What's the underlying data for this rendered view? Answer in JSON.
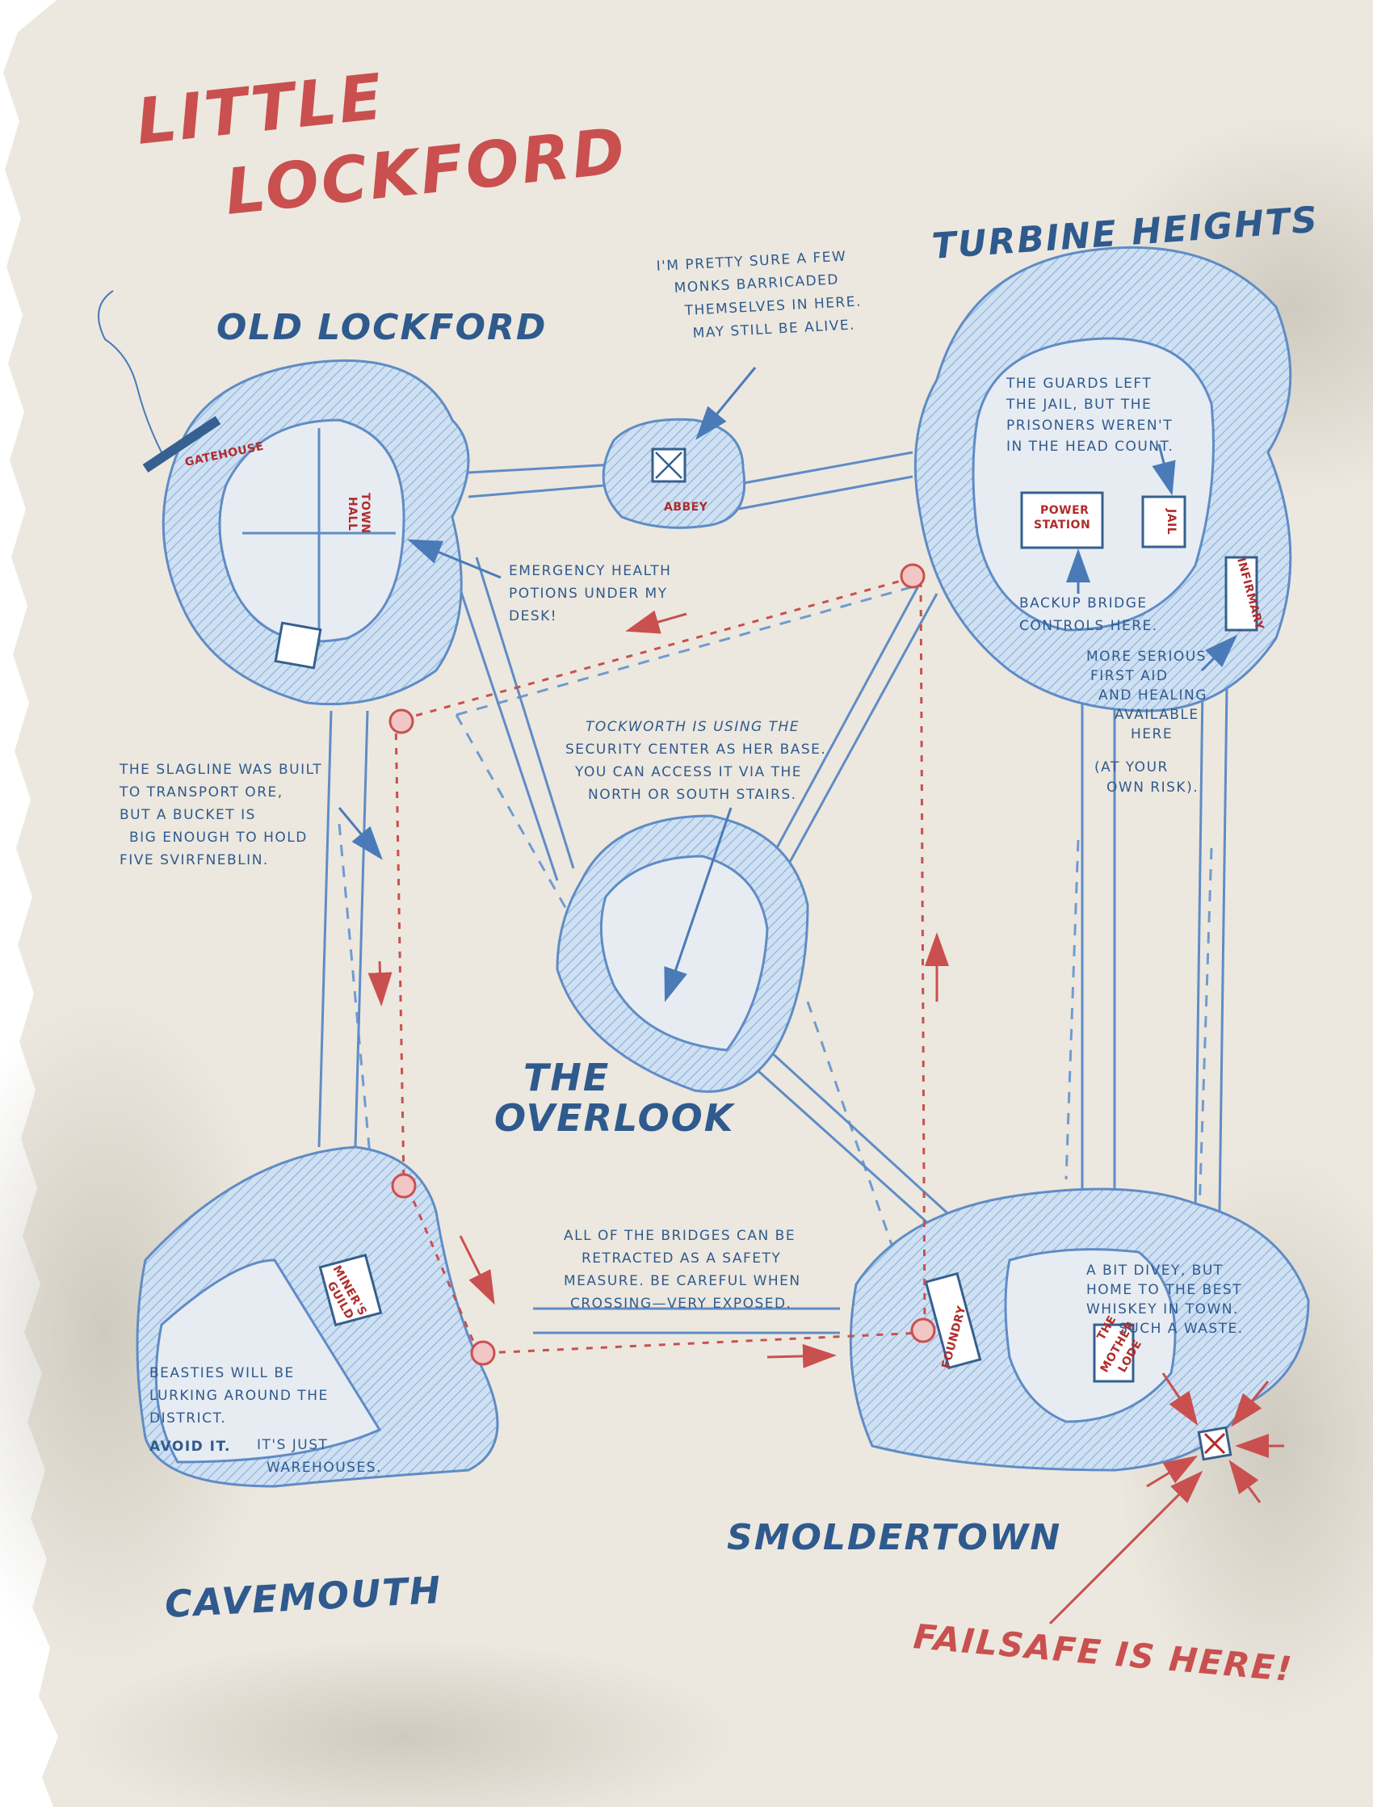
{
  "map": {
    "title": {
      "line1": "LITTLE",
      "line2": "LOCKFORD"
    },
    "districts": {
      "old_lockford": "OLD LOCKFORD",
      "turbine_heights": "TURBINE HEIGHTS",
      "overlook_line1": "THE",
      "overlook_line2": "OVERLOOK",
      "cavemouth": "CAVEMOUTH",
      "smoldertown": "SMOLDERTOWN"
    },
    "buildings": {
      "gatehouse": "GATEHOUSE",
      "town_hall_1": "TOWN",
      "town_hall_2": "HALL",
      "abbey": "ABBEY",
      "power_station_1": "POWER",
      "power_station_2": "STATION",
      "jail": "JAIL",
      "infirmary": "INFIRMARY",
      "miners_guild_1": "MINER'S",
      "miners_guild_2": "GUILD",
      "foundry": "FOUNDRY",
      "mother_lode_1": "THE",
      "mother_lode_2": "MOTHER",
      "mother_lode_3": "LODE"
    },
    "notes": {
      "monks": [
        "I'M PRETTY SURE A FEW",
        "MONKS BARRICADED",
        "THEMSELVES IN HERE.",
        "MAY STILL BE ALIVE."
      ],
      "guards": [
        "THE GUARDS LEFT",
        "THE JAIL, BUT THE",
        "PRISONERS WEREN'T",
        "IN THE HEAD COUNT."
      ],
      "potions": [
        "EMERGENCY HEALTH",
        "POTIONS UNDER MY",
        "DESK!"
      ],
      "backup": [
        "BACKUP BRIDGE",
        "CONTROLS HERE."
      ],
      "first_aid": [
        "MORE SERIOUS",
        "FIRST AID",
        "AND HEALING",
        "AVAILABLE",
        "HERE"
      ],
      "risk": [
        "(AT YOUR",
        "OWN RISK)."
      ],
      "tockworth": [
        "TOCKWORTH IS USING THE",
        "SECURITY CENTER AS HER BASE.",
        "YOU CAN ACCESS IT VIA THE",
        "NORTH OR SOUTH STAIRS."
      ],
      "slagline": [
        "THE SLAGLINE WAS BUILT",
        "TO TRANSPORT ORE,",
        "BUT A BUCKET IS",
        "BIG ENOUGH TO HOLD",
        "FIVE SVIRFNEBLIN."
      ],
      "bridges": [
        "ALL OF THE BRIDGES CAN BE",
        "RETRACTED AS A SAFETY",
        "MEASURE. BE CAREFUL WHEN",
        "CROSSING—VERY EXPOSED."
      ],
      "divey": [
        "A BIT DIVEY, BUT",
        "HOME TO THE BEST",
        "WHISKEY IN TOWN.",
        "SUCH A WASTE."
      ],
      "beasties": [
        "BEASTIES WILL BE",
        "LURKING AROUND THE",
        "DISTRICT."
      ],
      "avoid_big": "AVOID IT.",
      "avoid_small": "IT'S JUST",
      "warehouses": "WAREHOUSES."
    },
    "failsafe": "FAILSAFE IS HERE!",
    "colors": {
      "paper": "#ece8df",
      "ink_blue": "#2f5a8e",
      "pencil_blue": "#6f9bd0",
      "fill_blue": "#c9dbee",
      "ink_red": "#c9504f",
      "label_red": "#b02c2c"
    }
  }
}
